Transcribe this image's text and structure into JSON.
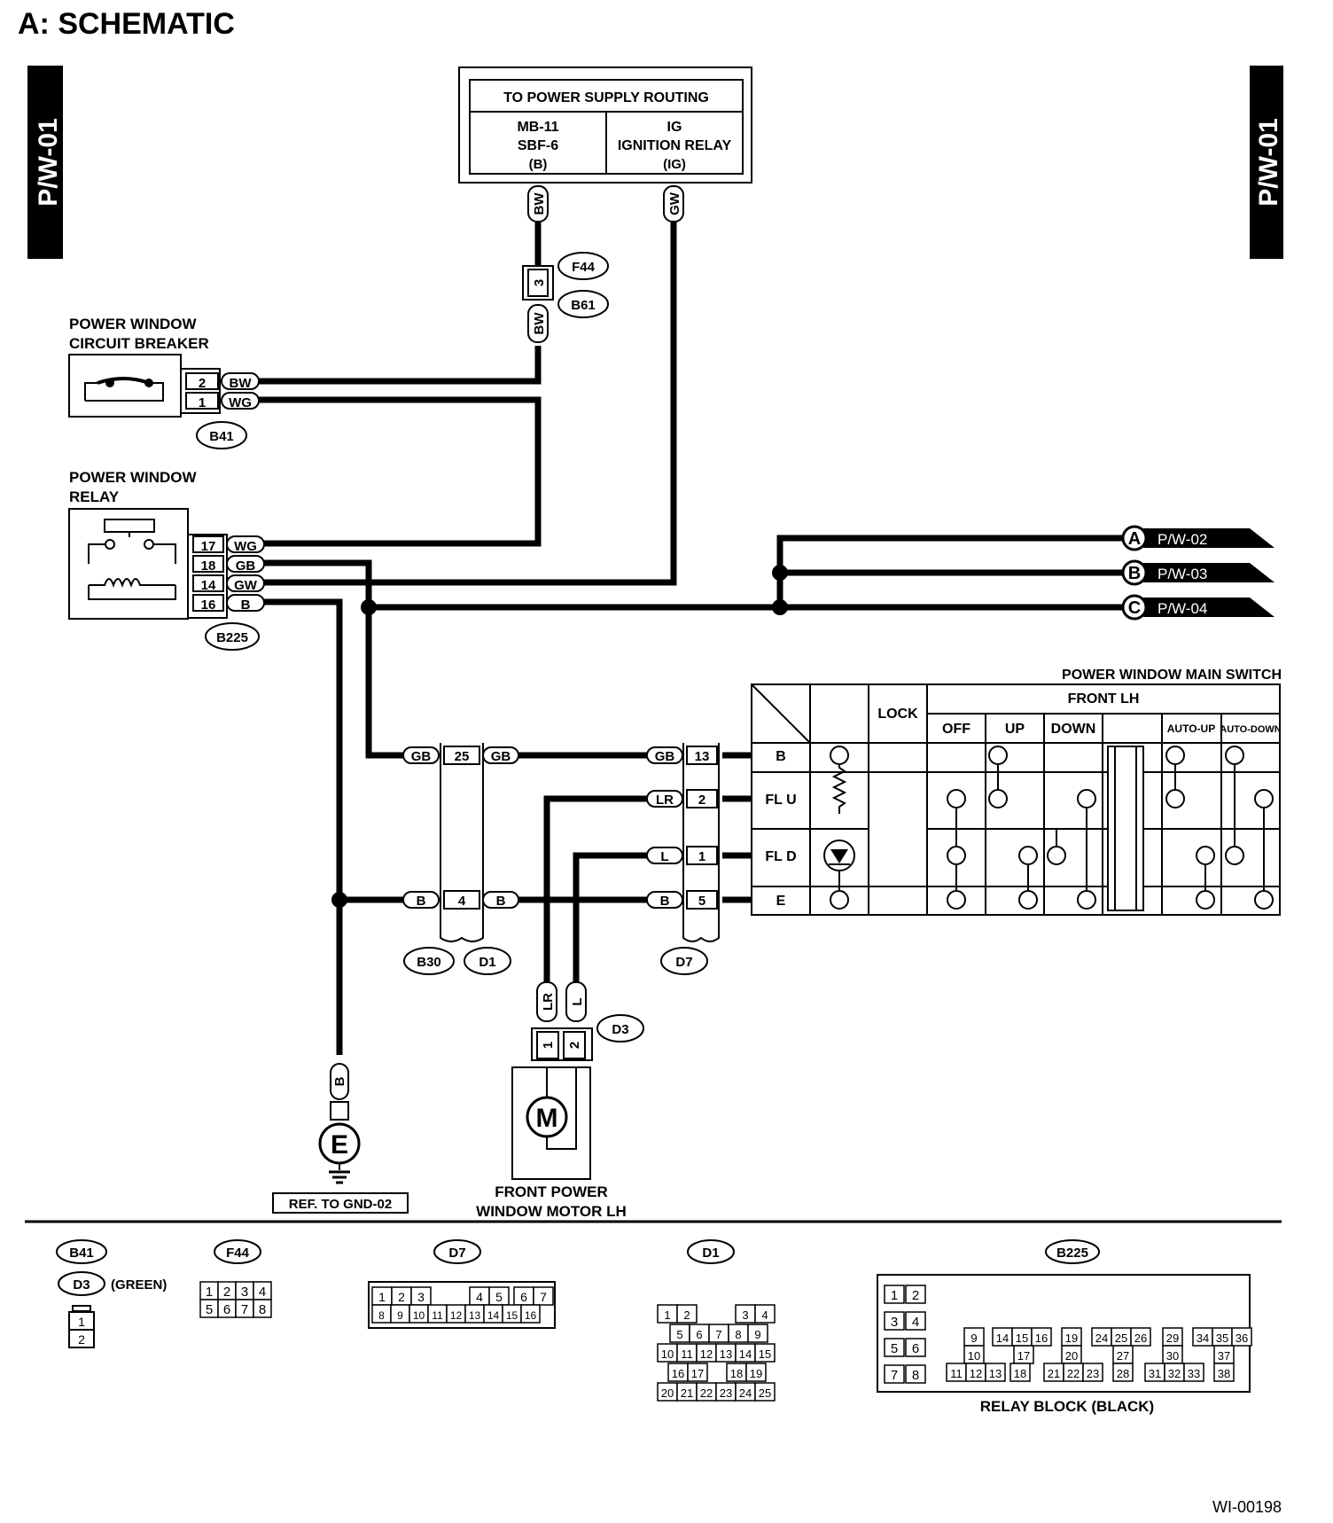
{
  "header": {
    "title": "A:  SCHEMATIC",
    "page_code": "P/W-01",
    "footer_id": "WI-00198"
  },
  "power_supply": {
    "title": "TO POWER SUPPLY ROUTING",
    "left": [
      "MB-11",
      "SBF-6",
      "(B)"
    ],
    "right": [
      "IG",
      "IGNITION RELAY",
      "(IG)"
    ]
  },
  "circuit_breaker": {
    "label": [
      "POWER WINDOW",
      "CIRCUIT BREAKER"
    ],
    "connector": "B41",
    "pins": [
      {
        "num": "2",
        "color": "BW"
      },
      {
        "num": "1",
        "color": "WG"
      }
    ]
  },
  "relay": {
    "label": [
      "POWER WINDOW",
      "RELAY"
    ],
    "connector": "B225",
    "pins": [
      {
        "num": "17",
        "color": "WG"
      },
      {
        "num": "18",
        "color": "GB"
      },
      {
        "num": "14",
        "color": "GW"
      },
      {
        "num": "16",
        "color": "B"
      }
    ]
  },
  "wire_codes": {
    "bw": "BW",
    "gw": "GW",
    "gb": "GB",
    "b": "B",
    "lr": "LR",
    "l": "L"
  },
  "connectors": {
    "f44": "F44",
    "b61": "B61",
    "f44_pin": "3",
    "b30": "B30",
    "d1": "D1",
    "d7": "D7",
    "d3": "D3"
  },
  "d1_pins": [
    "25",
    "4"
  ],
  "d7_pins": [
    "13",
    "2",
    "1",
    "5"
  ],
  "d3_pins": [
    "1",
    "2"
  ],
  "outputs": [
    {
      "letter": "A",
      "ref": "P/W-02"
    },
    {
      "letter": "B",
      "ref": "P/W-03"
    },
    {
      "letter": "C",
      "ref": "P/W-04"
    }
  ],
  "main_switch": {
    "title": "POWER WINDOW MAIN SWITCH",
    "group": "FRONT LH",
    "columns": [
      "LOCK",
      "OFF",
      "UP",
      "DOWN",
      "AUTO-UP",
      "AUTO-DOWN"
    ],
    "rows": [
      "B",
      "FL U",
      "FL D",
      "E"
    ]
  },
  "motor": {
    "label": [
      "FRONT POWER",
      "WINDOW MOTOR LH"
    ],
    "symbol": "M"
  },
  "ground": {
    "symbol": "E",
    "ref": "REF. TO GND-02"
  },
  "views": {
    "b41": "B41",
    "d3": "D3",
    "d3_note": "(GREEN)",
    "d3_pins": [
      "1",
      "2"
    ],
    "f44": "F44",
    "f44_pins": [
      "1",
      "2",
      "3",
      "4",
      "5",
      "6",
      "7",
      "8"
    ],
    "d7": "D7",
    "d7_pins": [
      "1",
      "2",
      "3",
      "4",
      "5",
      "6",
      "7",
      "8",
      "9",
      "10",
      "11",
      "12",
      "13",
      "14",
      "15",
      "16"
    ],
    "d1": "D1",
    "d1_rows": [
      [
        "1",
        "2",
        "3",
        "4"
      ],
      [
        "5",
        "6",
        "7",
        "8",
        "9"
      ],
      [
        "10",
        "11",
        "12",
        "13",
        "14",
        "15"
      ],
      [
        "16",
        "17",
        "18",
        "19"
      ],
      [
        "20",
        "21",
        "22",
        "23",
        "24",
        "25"
      ]
    ],
    "b225": "B225",
    "b225_caption": "RELAY BLOCK (BLACK)",
    "b225_left": [
      "1",
      "2",
      "3",
      "4",
      "5",
      "6",
      "7",
      "8"
    ],
    "b225_pins": [
      "9",
      "10",
      "11",
      "12",
      "13",
      "14",
      "15",
      "16",
      "17",
      "18",
      "19",
      "20",
      "21",
      "22",
      "23",
      "24",
      "25",
      "26",
      "27",
      "28",
      "29",
      "30",
      "31",
      "32",
      "33",
      "34",
      "35",
      "36",
      "37",
      "38"
    ]
  }
}
